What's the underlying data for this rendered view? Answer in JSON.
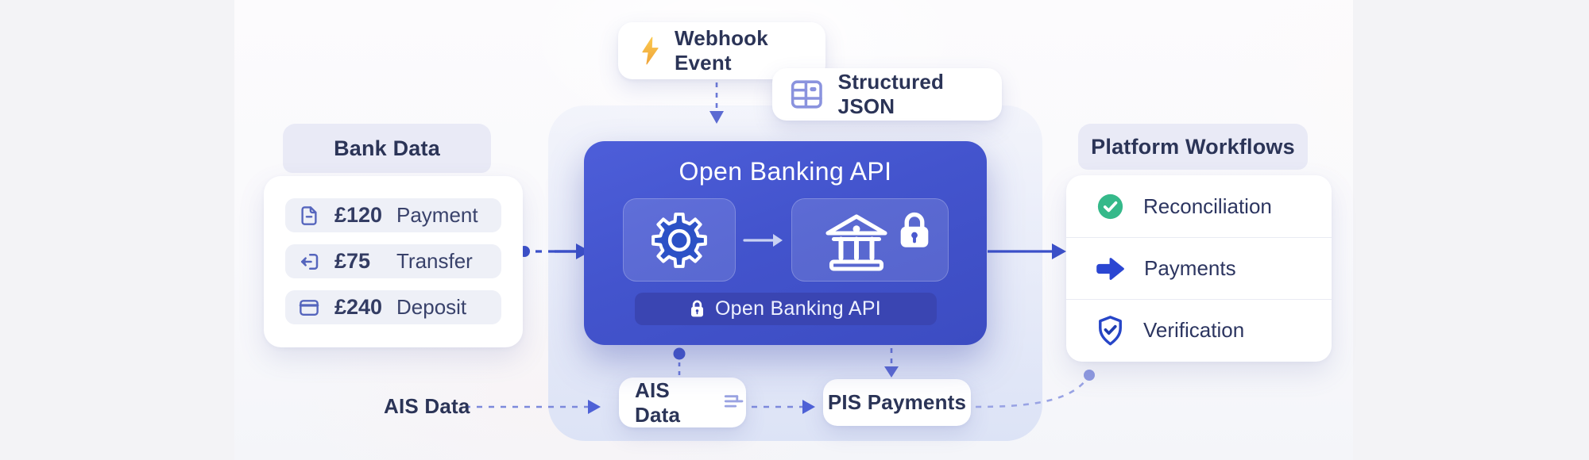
{
  "colors": {
    "accent_blue": "#4355cd",
    "badge_blue": "#3a45b2",
    "navy_text": "#2e3a5e",
    "row_icon_indigo": "#5565bd",
    "success_green": "#35b98a",
    "payments_blue": "#2b46d2",
    "verification_blue": "#2746c8",
    "bolt_yellow": "#f5b83d",
    "json_icon_purple": "#8a93de",
    "connector_blue": "#3b50c9",
    "connector_light": "#7d89dc"
  },
  "bank_data": {
    "header": "Bank Data",
    "rows": [
      {
        "icon": "document-minus-icon",
        "amount": "£120",
        "label": "Payment"
      },
      {
        "icon": "transfer-arrow-icon",
        "amount": "£75",
        "label": "Transfer"
      },
      {
        "icon": "credit-card-icon",
        "amount": "£240",
        "label": "Deposit"
      }
    ]
  },
  "webhook_chip": {
    "icon": "lightning-icon",
    "label": "Webhook Event"
  },
  "structured_json_chip": {
    "icon": "table-icon",
    "label": "Structured JSON"
  },
  "api_box": {
    "title": "Open Banking API",
    "tiles": [
      {
        "icon": "gear-icon"
      },
      {
        "icon": "bank-icon",
        "overlay_icon": "lock-icon"
      }
    ],
    "badge": {
      "icon": "lock-icon",
      "label": "Open Banking API"
    }
  },
  "platform": {
    "header": "Platform Workflows",
    "rows": [
      {
        "icon": "check-circle-icon",
        "label": "Reconciliation"
      },
      {
        "icon": "arrow-right-icon",
        "label": "Payments"
      },
      {
        "icon": "shield-check-icon",
        "label": "Verification"
      }
    ]
  },
  "flow": {
    "ais_source_label": "AIS Data",
    "ais_chip_label": "AIS Data",
    "pis_chip_label": "PIS Payments"
  }
}
